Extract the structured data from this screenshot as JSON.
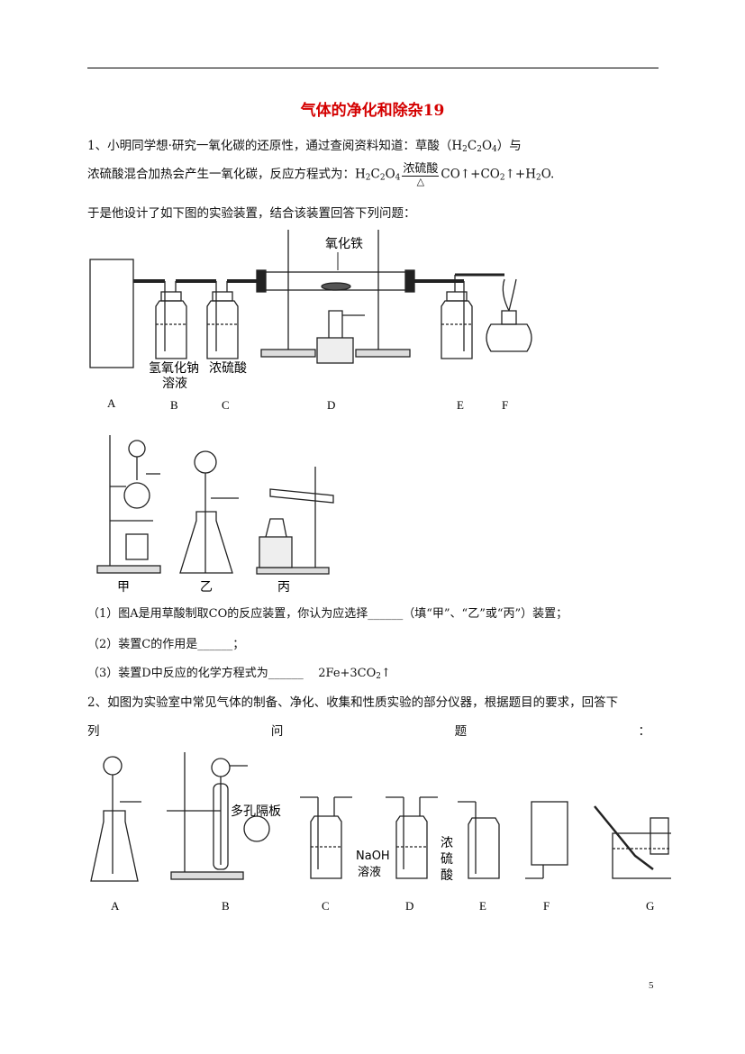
{
  "title": "气体的净化和除杂19",
  "q1": {
    "line1_prefix": "1、小明同学想·研究一氧化碳的还原性，通过查阅资料知道：草酸（H",
    "line1_s1": "2",
    "line1_c": "C",
    "line1_s2": "2",
    "line1_o": "O",
    "line1_s3": "4",
    "line1_suffix": "）与",
    "line2_prefix": "浓硫酸混合加热会产生一氧化碳，反应方程式为：H",
    "line2_s1": "2",
    "line2_c": "C",
    "line2_s2": "2",
    "line2_o": "O",
    "line2_s3": "4",
    "cond_top": "浓硫酸",
    "cond_bottom": "△",
    "line2_products_a": "CO↑+CO",
    "line2_s4": "2",
    "line2_products_b": "↑+H",
    "line2_s5": "2",
    "line2_products_c": "O.",
    "line3": "于是他设计了如下图的实验装置，结合该装置回答下列问题：",
    "fig1": {
      "top_label": "氧化铁",
      "b_label1": "氢氧化钠",
      "b_label2": "溶液",
      "c_label": "浓硫酸",
      "letters": [
        "A",
        "B",
        "C",
        "D",
        "E",
        "F"
      ]
    },
    "fig2": {
      "labels": [
        "甲",
        "乙",
        "丙"
      ]
    },
    "sub1": "（1）图A是用草酸制取CO的反应装置，你认为应选择______（填“甲”、“乙”或“丙”）装置；",
    "sub2": "（2）装置C的作用是______；",
    "sub3_a": "（3）装置D中反应的化学方程式为______",
    "sub3_b": "2Fe+3CO",
    "sub3_s": "2",
    "sub3_c": "↑"
  },
  "q2": {
    "line1": "2、如图为实验室中常见气体的制备、净化、收集和性质实验的部分仪器，根据题目的要求，回答下",
    "line2_words": [
      "列",
      "问",
      "题",
      "："
    ],
    "fig": {
      "b_label": "多孔隔板",
      "c_label1": "NaOH",
      "c_label2": "溶液",
      "d_label": [
        "浓",
        "硫",
        "酸"
      ],
      "letters": [
        "A",
        "B",
        "C",
        "D",
        "E",
        "F",
        "G"
      ]
    }
  },
  "page_number": "5"
}
